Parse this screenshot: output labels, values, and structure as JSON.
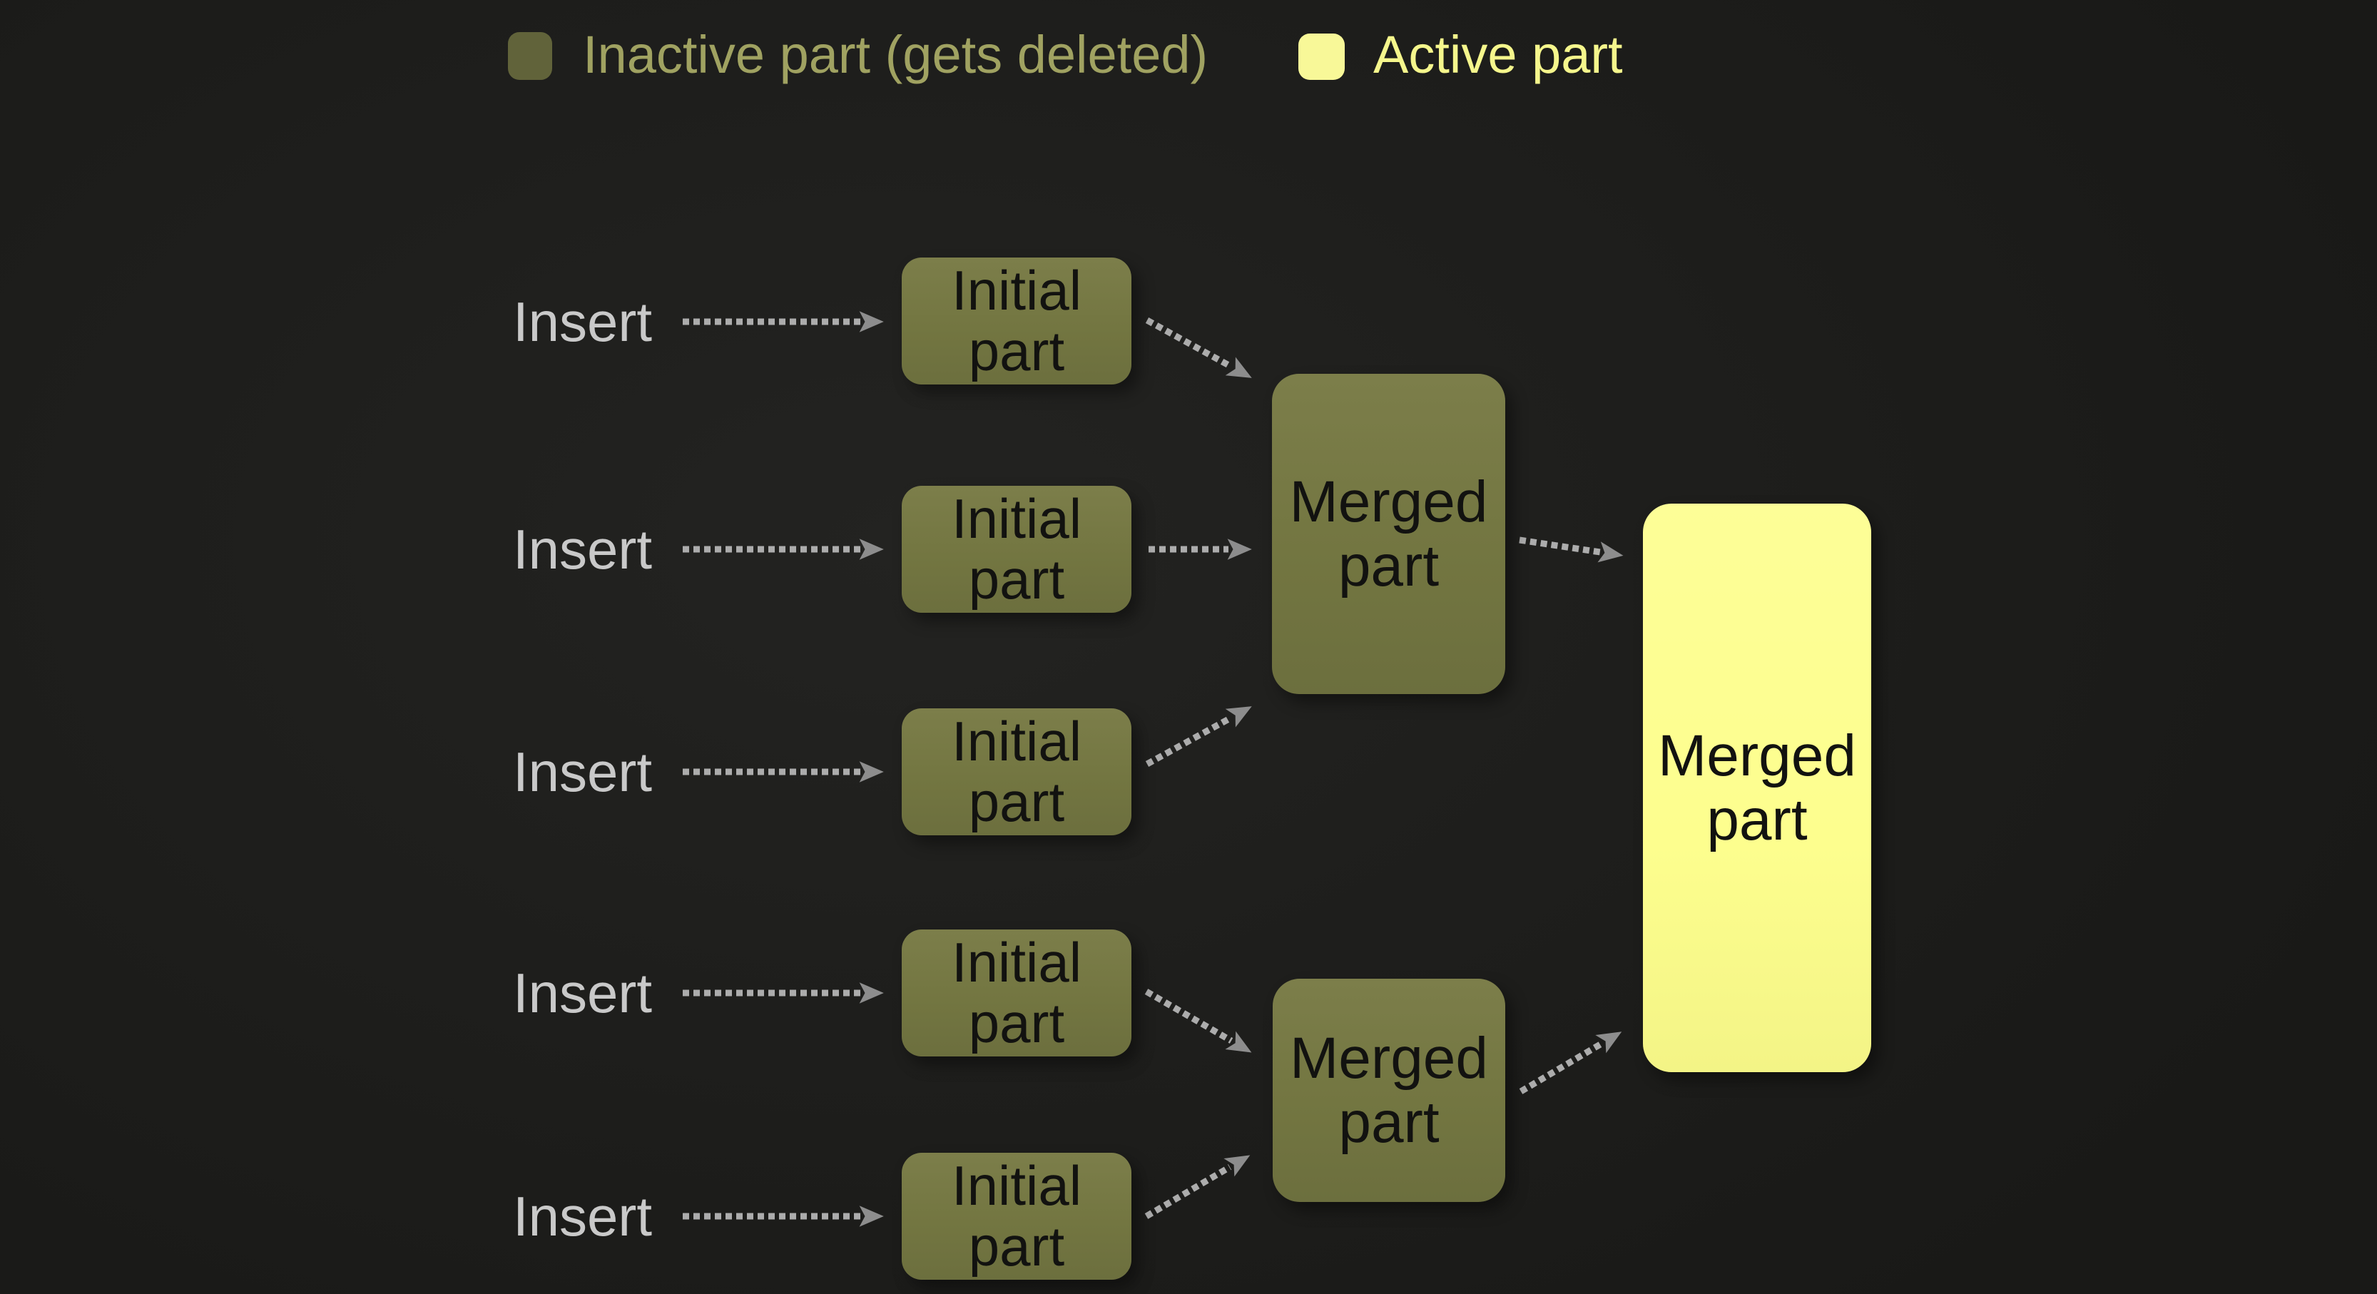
{
  "colors": {
    "background": "#1d1d1b",
    "inactive_fill": "#737641",
    "active_fill": "#fdfe8e",
    "legend_inactive_swatch": "#61633a",
    "legend_active_swatch": "#f8f898",
    "legend_inactive_text": "#a0a261",
    "legend_active_text": "#f5f68c",
    "insert_text": "#c9c9c9",
    "node_text": "#121210",
    "arrow_dots": "#acacac",
    "arrow_head": "#8d8d8d"
  },
  "legend": {
    "inactive_label": "Inactive part (gets deleted)",
    "active_label": "Active part"
  },
  "nodes": {
    "inserts": [
      "Insert",
      "Insert",
      "Insert",
      "Insert",
      "Insert"
    ],
    "initial_parts": [
      "Initial part",
      "Initial part",
      "Initial part",
      "Initial part",
      "Initial part"
    ],
    "merged_parts": [
      "Merged part",
      "Merged part"
    ],
    "final_part": "Merged part"
  },
  "edges": [
    {
      "from": "insert-1",
      "to": "initial-part-1",
      "style": "dotted-arrow"
    },
    {
      "from": "insert-2",
      "to": "initial-part-2",
      "style": "dotted-arrow"
    },
    {
      "from": "insert-3",
      "to": "initial-part-3",
      "style": "dotted-arrow"
    },
    {
      "from": "insert-4",
      "to": "initial-part-4",
      "style": "dotted-arrow"
    },
    {
      "from": "insert-5",
      "to": "initial-part-5",
      "style": "dotted-arrow"
    },
    {
      "from": "initial-part-1",
      "to": "merged-part-1",
      "style": "dotted-arrow"
    },
    {
      "from": "initial-part-2",
      "to": "merged-part-1",
      "style": "dotted-arrow"
    },
    {
      "from": "initial-part-3",
      "to": "merged-part-1",
      "style": "dotted-arrow"
    },
    {
      "from": "initial-part-4",
      "to": "merged-part-2",
      "style": "dotted-arrow"
    },
    {
      "from": "initial-part-5",
      "to": "merged-part-2",
      "style": "dotted-arrow"
    },
    {
      "from": "merged-part-1",
      "to": "final-merged-part",
      "style": "dotted-arrow"
    },
    {
      "from": "merged-part-2",
      "to": "final-merged-part",
      "style": "dotted-arrow"
    }
  ]
}
